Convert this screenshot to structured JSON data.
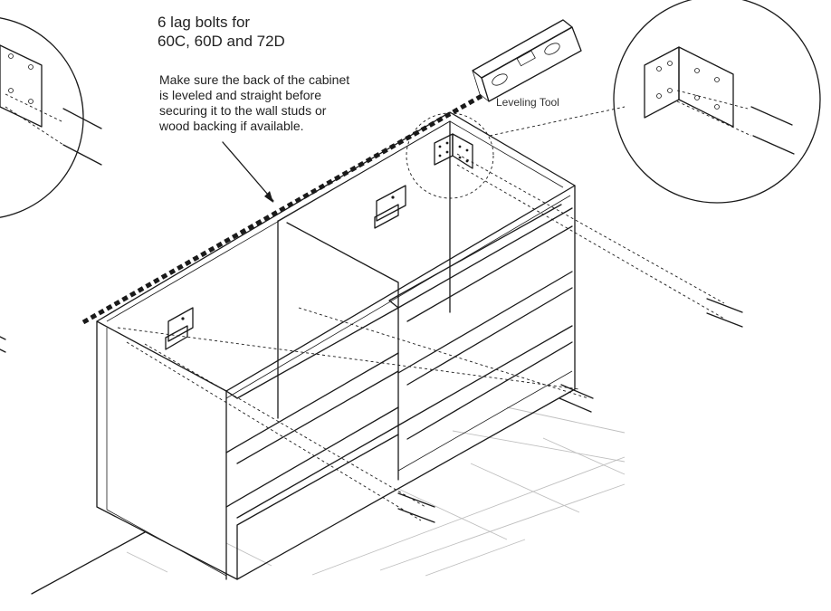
{
  "heading": {
    "line1": "6 lag bolts for",
    "line2": "60C, 60D and 72D"
  },
  "note": {
    "line1": "Make sure the back of the cabinet",
    "line2": "is leveled and straight before",
    "line3": "securing it to the wall studs or",
    "line4": "wood backing if available."
  },
  "tool_label": "Leveling Tool",
  "colors": {
    "line": "#1a1a1a",
    "floor_grid": "#bfbfbf",
    "background": "#ffffff"
  }
}
